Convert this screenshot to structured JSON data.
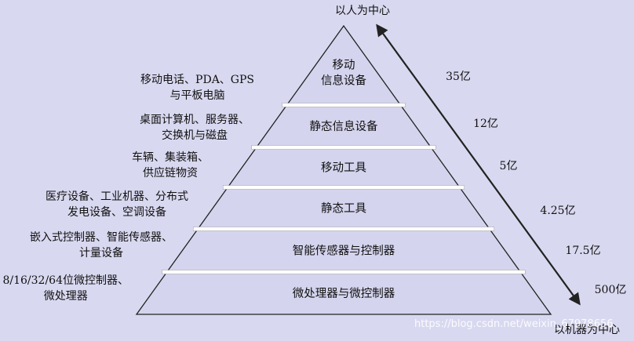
{
  "top_label": "以人为中心",
  "bottom_label": "以机器为中心",
  "tiers": [
    {
      "name": "移动\n信息设备",
      "examples": [
        "移动电话、PDA、GPS",
        "与平板电脑"
      ],
      "count": "35亿"
    },
    {
      "name": "静态信息设备",
      "examples": [
        "桌面计算机、服务器、",
        "交换机与磁盘"
      ],
      "count": "12亿"
    },
    {
      "name": "移动工具",
      "examples": [
        "车辆、集装箱、",
        "供应链物资"
      ],
      "count": "5亿"
    },
    {
      "name": "静态工具",
      "examples": [
        "医疗设备、工业机器、分布式",
        "发电设备、空调设备"
      ],
      "count": "4.25亿"
    },
    {
      "name": "智能传感器与控制器",
      "examples": [
        "嵌入式控制器、智能传感器、",
        "计量设备"
      ],
      "count": "17.5亿"
    },
    {
      "name": "微处理器与微控制器",
      "examples": [
        "8/16/32/64位微控制器、",
        "微处理器"
      ],
      "count": "500亿"
    }
  ],
  "watermark": "https://blog.csdn.net/weixin_67978656",
  "colors": {
    "background": "#d8d8f0",
    "tier_fill": "#d4d4ee",
    "tier_stroke": "#222222",
    "separator": "#ffffff"
  }
}
